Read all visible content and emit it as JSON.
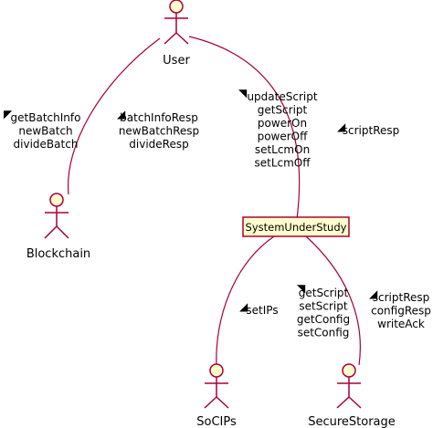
{
  "colors": {
    "actor_stroke": "#A80036",
    "actor_fill": "#FEFECE",
    "edge": "#A80036",
    "text": "#000000"
  },
  "actors": {
    "user": {
      "name": "User"
    },
    "blockchain": {
      "name": "Blockchain"
    },
    "socips": {
      "name": "SoCIPs"
    },
    "secure_storage": {
      "name": "SecureStorage"
    }
  },
  "component": {
    "name": "SystemUnderStudy"
  },
  "edges": {
    "user_blockchain_left": {
      "arrow": "◤",
      "lines": [
        "getBatchInfo",
        "newBatch",
        "divideBatch"
      ]
    },
    "user_blockchain_right": {
      "arrow": "◢",
      "lines": [
        "batchInfoResp",
        "newBatchResp",
        "divideResp"
      ]
    },
    "user_system_left": {
      "arrow": "◥",
      "lines": [
        "updateScript",
        "getScript",
        "powerOn",
        "powerOff",
        "setLcmOn",
        "setLcmOff"
      ]
    },
    "user_system_right": {
      "arrow": "◢",
      "lines": [
        "scriptResp"
      ]
    },
    "system_socips": {
      "arrow": "◢",
      "lines": [
        "setIPs"
      ]
    },
    "system_storage_left": {
      "arrow": "◥",
      "lines": [
        "getScript",
        "setScript",
        "getConfig",
        "setConfig"
      ]
    },
    "system_storage_right": {
      "arrow": "◢",
      "lines": [
        "scriptResp",
        "configResp",
        "writeAck"
      ]
    }
  }
}
